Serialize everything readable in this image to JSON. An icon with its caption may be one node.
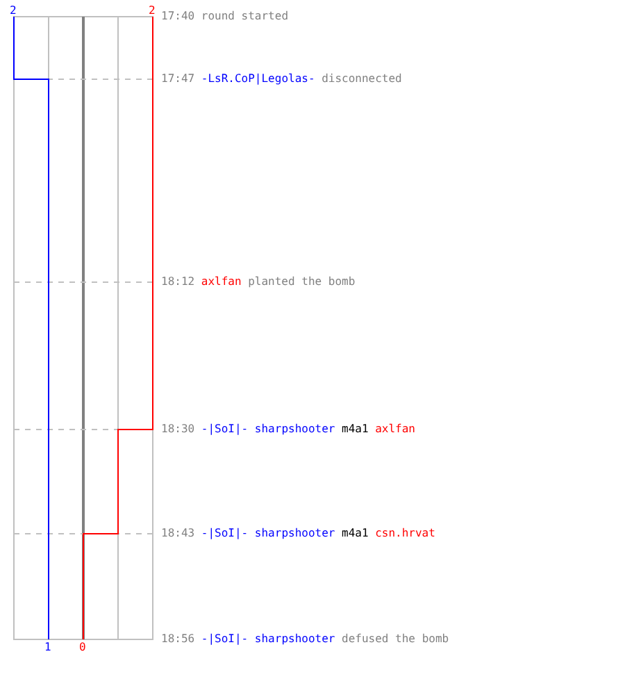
{
  "diagram": {
    "labels": [
      "2",
      "2",
      "17:40",
      "round started",
      "17:47",
      "-LsR.CoP|Legolas-",
      "disconnected",
      "18:12",
      "axlfan",
      "planted the bomb",
      "18:30",
      "-|SoI|- sharpshooter",
      "m4a1",
      "axlfan",
      "18:43",
      "-|SoI|- sharpshooter",
      "m4a1",
      "csn.hrvat",
      "18:56",
      "-|SoI|- sharpshooter",
      "defused the bomb",
      "1",
      "0"
    ]
  }
}
